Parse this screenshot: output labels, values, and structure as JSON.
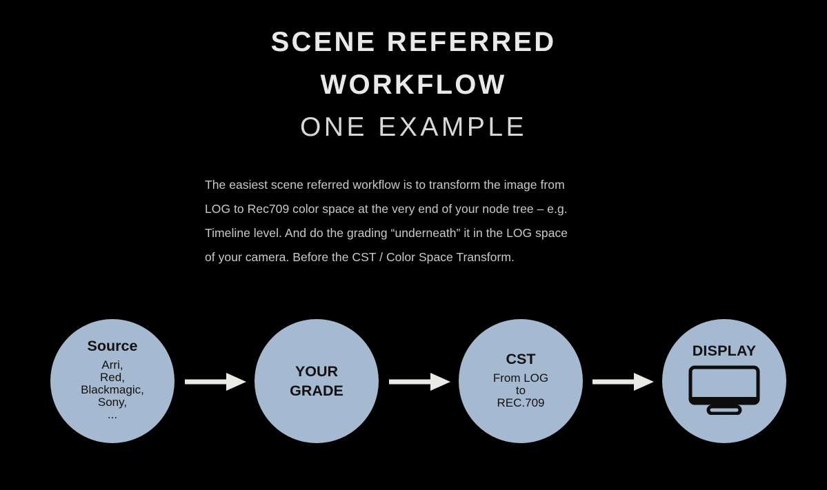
{
  "theme": {
    "background": "#000000",
    "title_color": "#e9e9e9",
    "subtitle_color": "#d8d8d8",
    "body_color": "#c9c9c9",
    "node_fill": "#a5bad1",
    "node_text": "#111111",
    "arrow_color": "#e9e9e6"
  },
  "title": {
    "line1": "SCENE REFERRED",
    "line2": "WORKFLOW",
    "line3": "ONE EXAMPLE"
  },
  "paragraph": {
    "lines": [
      "The easiest scene referred workflow is to transform the image from",
      "LOG to Rec709 color space at the very end of your node tree – e.g.",
      "Timeline level. And do the grading “underneath” it in the LOG space",
      "of your camera. Before the CST / Color Space Transform."
    ]
  },
  "flow": {
    "nodes": [
      {
        "id": "source",
        "title": "Source",
        "sub_lines": [
          "Arri,",
          "Red,",
          "Blackmagic,",
          "Sony,",
          "..."
        ]
      },
      {
        "id": "your-grade",
        "title_lines": [
          "YOUR",
          "GRADE"
        ]
      },
      {
        "id": "cst",
        "title": "CST",
        "sub_lines": [
          "From LOG",
          "to",
          "REC.709"
        ]
      },
      {
        "id": "display",
        "title": "DISPLAY",
        "icon": "monitor-icon"
      }
    ],
    "arrows": [
      {
        "id": "arrow-1",
        "icon": "arrow-right-icon"
      },
      {
        "id": "arrow-2",
        "icon": "arrow-right-icon"
      },
      {
        "id": "arrow-3",
        "icon": "arrow-right-icon"
      }
    ]
  }
}
